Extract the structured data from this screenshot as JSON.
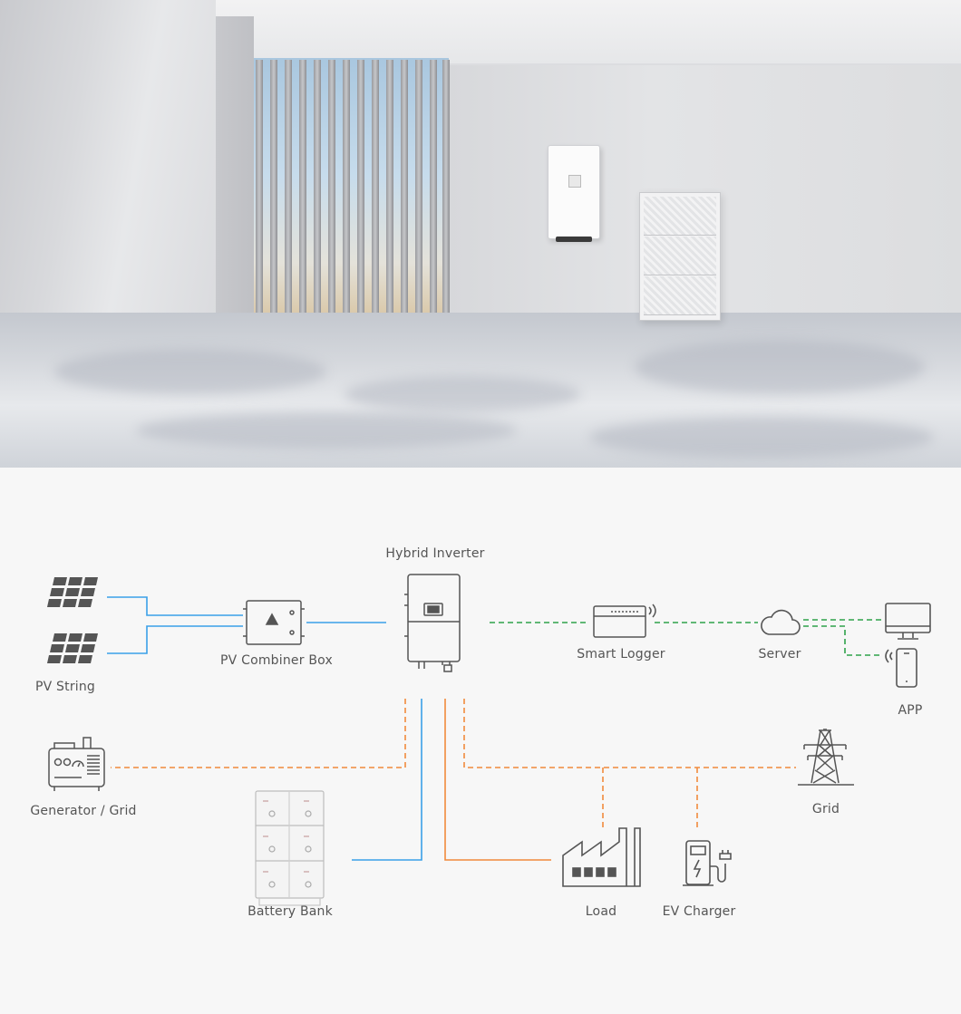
{
  "labels": {
    "pv_string": "PV String",
    "pv_combiner_box": "PV Combiner Box",
    "hybrid_inverter": "Hybrid Inverter",
    "smart_logger": "Smart Logger",
    "server": "Server",
    "app": "APP",
    "generator_grid": "Generator / Grid",
    "battery_bank": "Battery Bank",
    "load": "Load",
    "ev_charger": "EV Charger",
    "grid": "Grid"
  },
  "colors": {
    "dc_line": "#3aa0e8",
    "ac_line": "#f08a3c",
    "comm_line": "#2fa24a",
    "icon": "#555555"
  }
}
